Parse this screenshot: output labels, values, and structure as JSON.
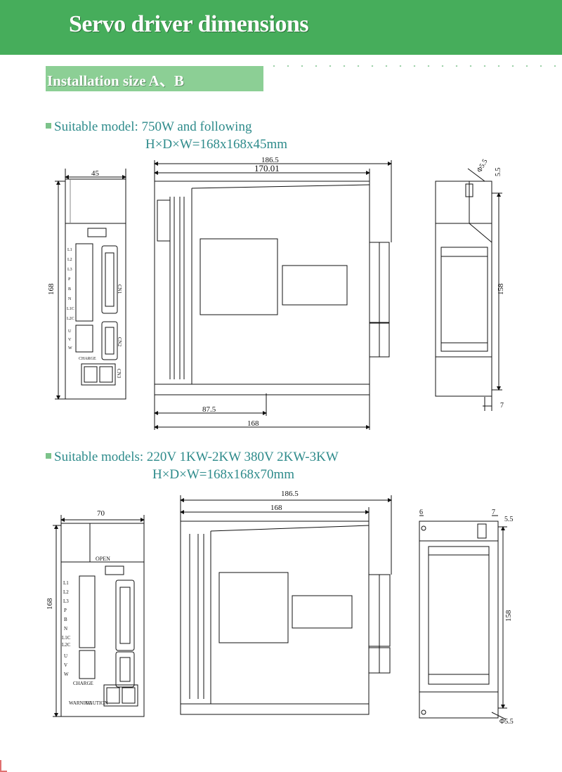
{
  "header": {
    "title": "Servo driver dimensions"
  },
  "subhead": {
    "title": "Installation size A、B"
  },
  "colors": {
    "header_green": "#46ad5b",
    "subhead_green": "#8ccf95",
    "text_teal": "#2e8b8b"
  },
  "section_a": {
    "models": "Suitable model: 750W and following",
    "size": "H×D×W=168x168x45mm",
    "dims": {
      "front_width": "45",
      "front_height": "168",
      "side_total": "186.5",
      "side_body": "170.01",
      "side_mount": "87.5",
      "side_depth": "168",
      "back_hole": "Φ5.5",
      "back_top": "5.5",
      "back_height": "158",
      "back_bottom": "7"
    },
    "labels": {
      "terminals": [
        "L1",
        "L2",
        "L3",
        "P",
        "B",
        "N",
        "L1C",
        "L2C"
      ],
      "motor": [
        "U",
        "V",
        "W"
      ],
      "charge": "CHARGE",
      "cn1": "CN1",
      "cn2": "CN2",
      "cn3": "CN3"
    }
  },
  "section_b": {
    "models": "Suitable models: 220V 1KW-2KW 380V 2KW-3KW",
    "size": "H×D×W=168x168x70mm",
    "dims": {
      "front_width": "70",
      "front_height": "168",
      "side_total": "186.5",
      "side_body": "168",
      "back_left": "6",
      "back_right": "7",
      "back_top": "5.5",
      "back_height": "158",
      "back_hole": "Φ5.5"
    },
    "labels": {
      "open": "OPEN",
      "terminals": [
        "L1",
        "L2",
        "L3",
        "P",
        "B",
        "N",
        "L1C",
        "L2C"
      ],
      "motor": [
        "U",
        "V",
        "W"
      ],
      "charge": "CHARGE",
      "warning": "WARNING",
      "caution": "CAUTION"
    }
  }
}
